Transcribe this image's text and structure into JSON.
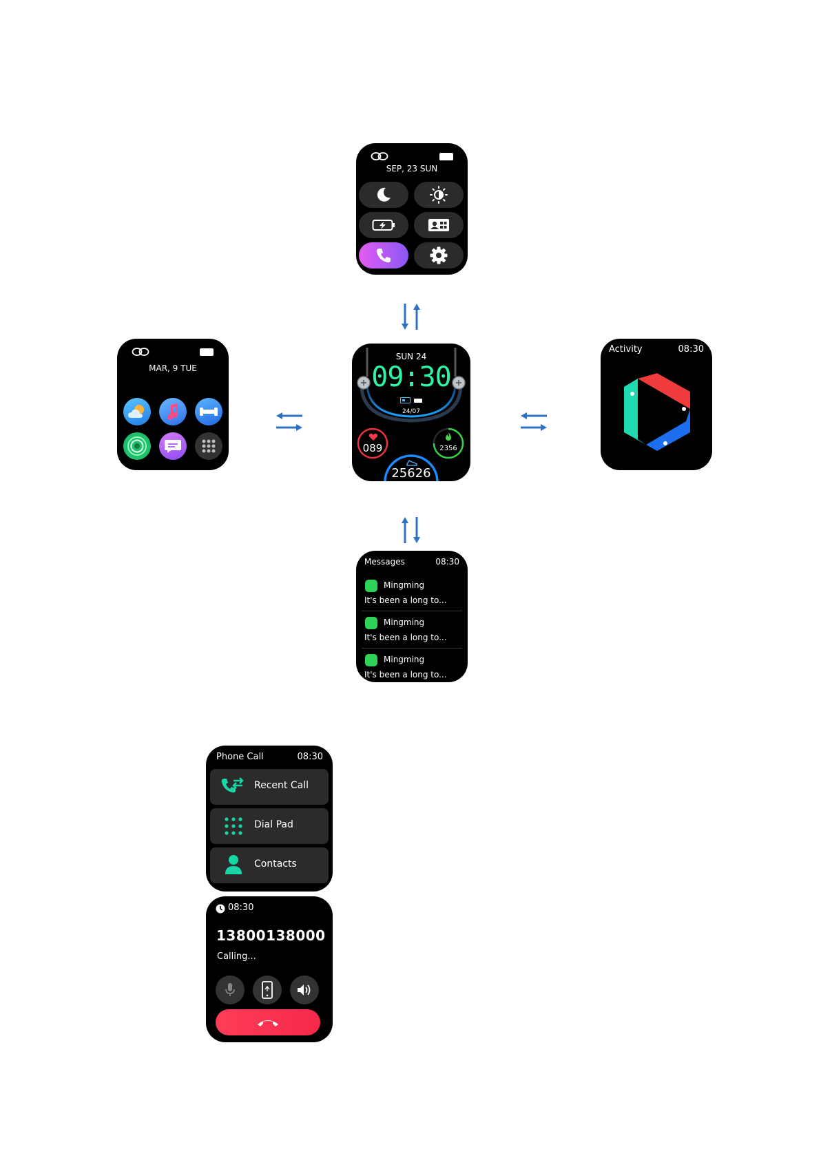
{
  "control_center": {
    "date": "SEP,  23  SUN",
    "icons": [
      "link-icon",
      "battery-icon",
      "moon-icon",
      "brightness-icon",
      "battery-saver-icon",
      "id-card-icon",
      "phone-icon",
      "gear-icon"
    ]
  },
  "apps_screen": {
    "date": "MAR,  9   TUE",
    "apps": [
      "weather-icon",
      "music-icon",
      "workout-icon",
      "activity-ring-icon",
      "messages-icon",
      "app-grid-icon"
    ]
  },
  "watch_face": {
    "day": "SUN 24",
    "time": "09:30",
    "date": "24/07",
    "heart_rate": "089",
    "calories": "2356",
    "steps": "25626"
  },
  "activity_screen": {
    "title": "Activity",
    "time": "08:30"
  },
  "messages_screen": {
    "title": "Messages",
    "time": "08:30",
    "items": [
      {
        "sender": "Mingming",
        "preview": "It's been a long to..."
      },
      {
        "sender": "Mingming",
        "preview": "It's been a long to..."
      },
      {
        "sender": "Mingming",
        "preview": "It's been a long to..."
      }
    ]
  },
  "phone_menu": {
    "title": "Phone Call",
    "time": "08:30",
    "items": [
      {
        "label": "Recent Call",
        "icon": "recent-call-icon"
      },
      {
        "label": "Dial Pad",
        "icon": "dial-pad-icon"
      },
      {
        "label": "Contacts",
        "icon": "contacts-icon"
      }
    ]
  },
  "calling_screen": {
    "time": "08:30",
    "number": "13800138000",
    "status": "Calling..."
  },
  "colors": {
    "arrow": "#2f72c4",
    "accent_green": "#19d6a6",
    "time_green": "#2df5a5",
    "end_call": "#f0364f",
    "message_green": "#2fd35a"
  }
}
